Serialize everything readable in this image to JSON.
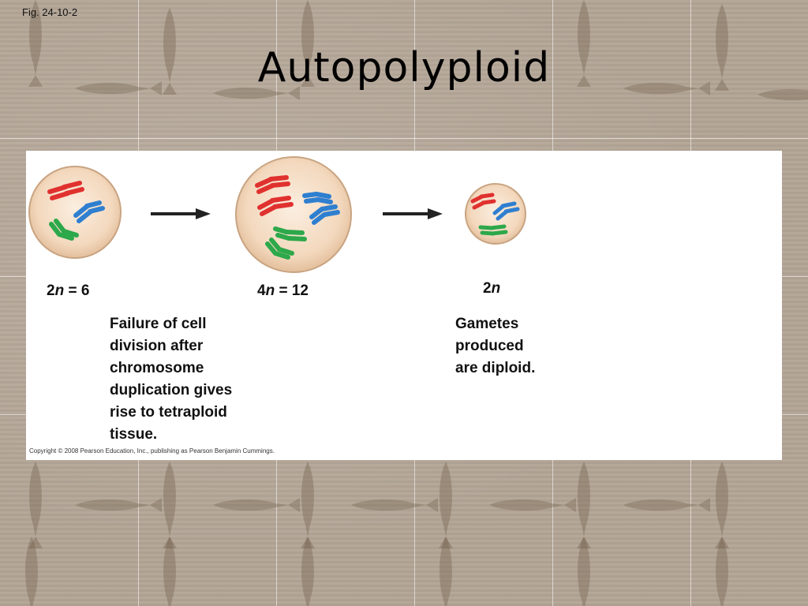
{
  "slide": {
    "fig_label": "Fig. 24-10-2",
    "title": "Autopolyploid"
  },
  "diagram": {
    "cells": [
      {
        "label_num": "2",
        "label_var": "n",
        "label_rest": " = 6"
      },
      {
        "label_num": "4",
        "label_var": "n",
        "label_rest": " = 12"
      },
      {
        "label_num": "2",
        "label_var": "n",
        "label_rest": ""
      }
    ],
    "descriptions": {
      "tetraploid": [
        "Failure of cell",
        "division after",
        "chromosome",
        "duplication gives",
        "rise to tetraploid",
        "tissue."
      ],
      "gametes": [
        "Gametes",
        "produced",
        "are diploid."
      ]
    },
    "copyright": "Copyright © 2008 Pearson Education, Inc., publishing as Pearson Benjamin Cummings.",
    "colors": {
      "red_chromosome": "#e0312f",
      "blue_chromosome": "#2f7fd0",
      "green_chromosome": "#2da84a",
      "cell_fill": "#f5dcc4",
      "cell_edge": "#c9a482",
      "arrow": "#222222"
    }
  }
}
